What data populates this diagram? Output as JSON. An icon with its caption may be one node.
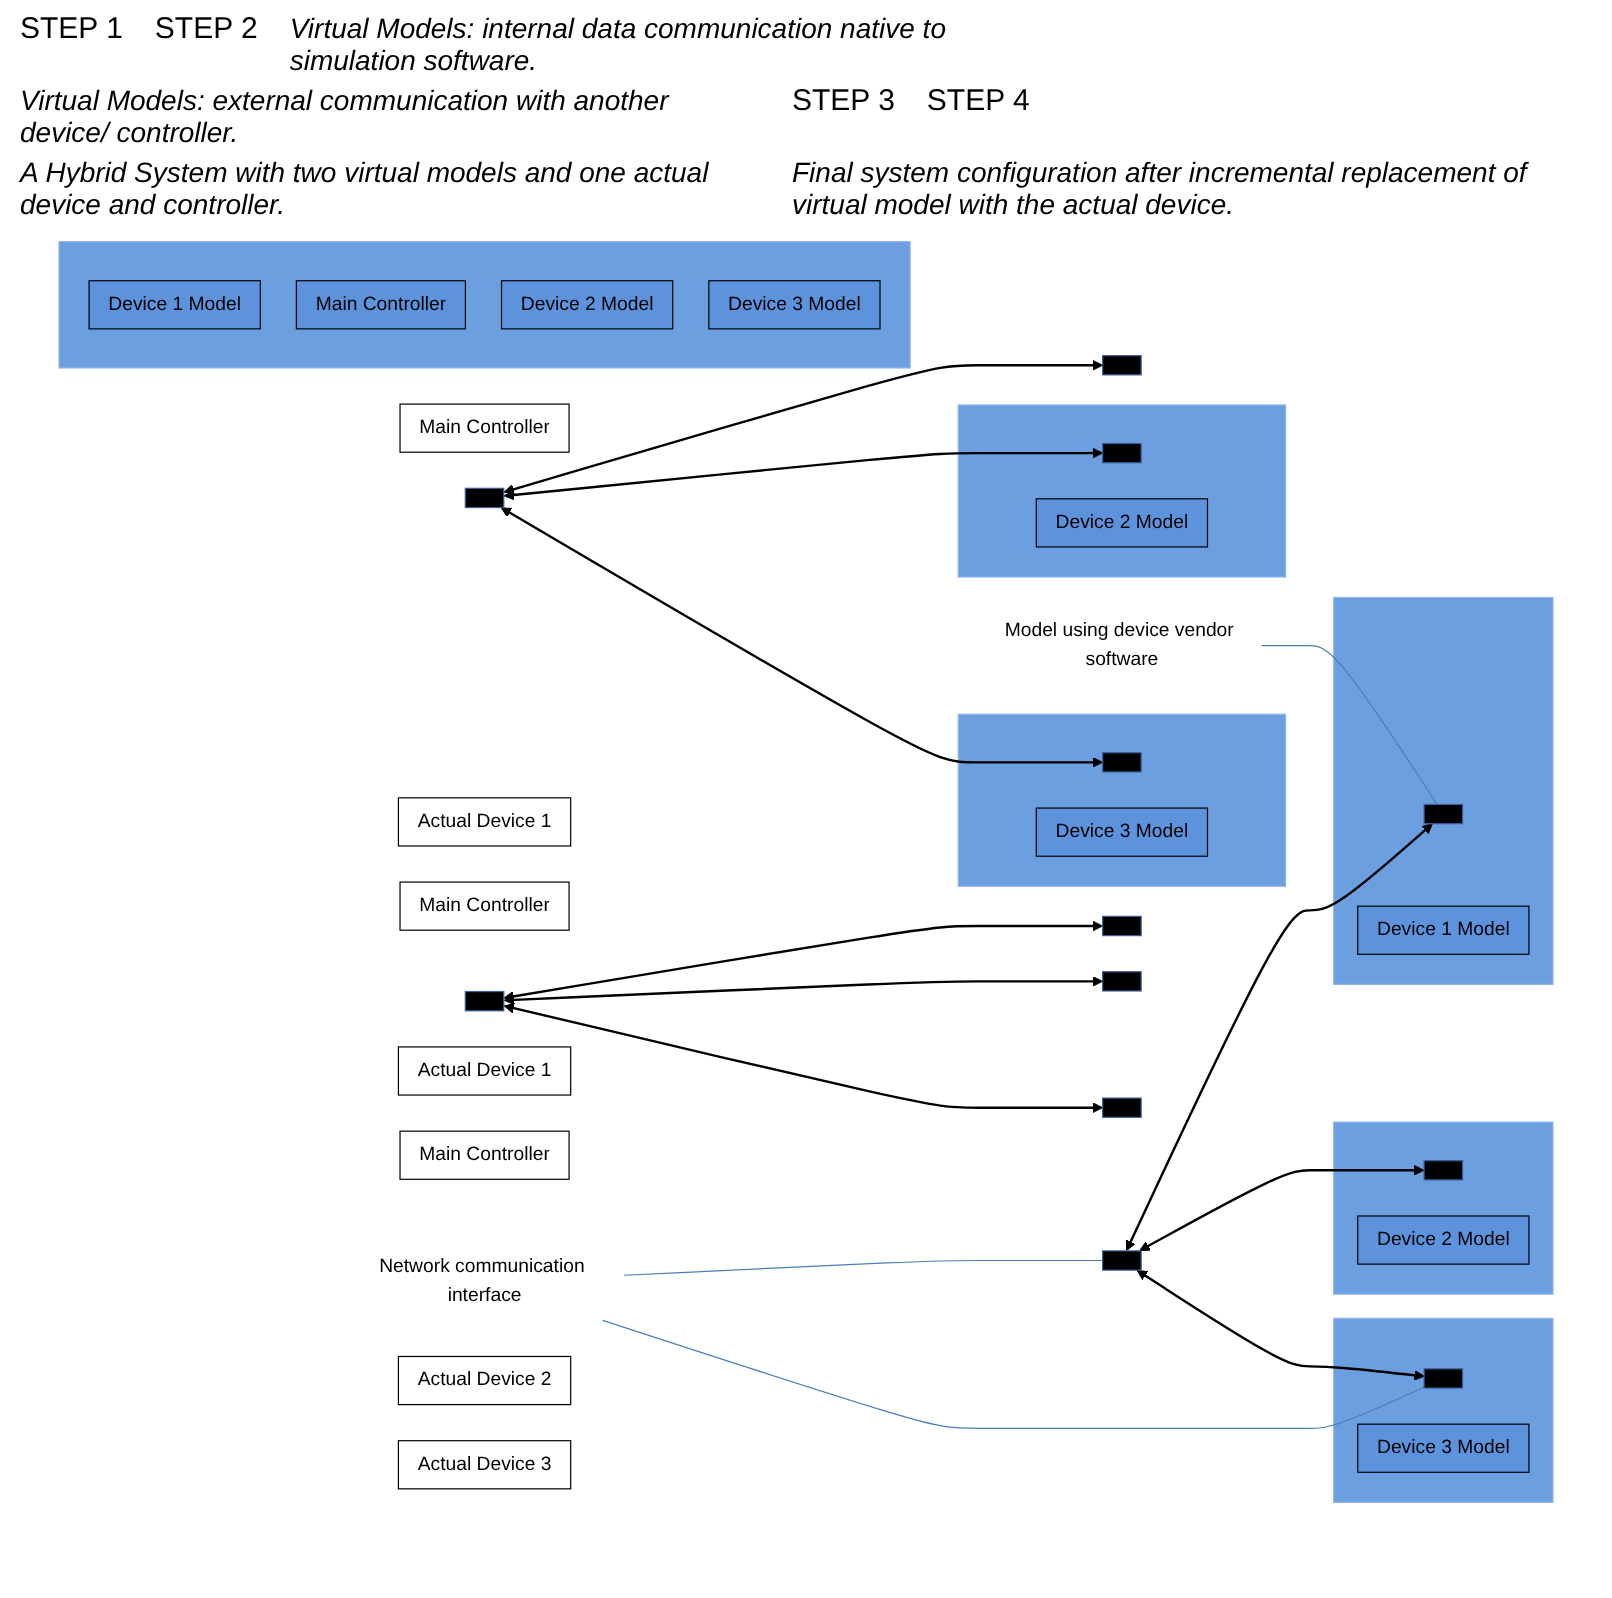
{
  "diagram": {
    "nodes": [
      {
        "text": [],
        "shape": "box"
      },
      {
        "text": [
          "Device 1 Model"
        ],
        "in": 0
      },
      {
        "text": [
          "Main Controller"
        ],
        "in": 0
      },
      {
        "text": [
          "Device 2 Model"
        ],
        "in": 0
      },
      {
        "text": [
          "Device 3 Model"
        ],
        "in": 0
      },
      {
        "text": [
          "Model using device vendor software"
        ]
      },
      {
        "text": [],
        "shape": "box"
      },
      {
        "text": [],
        "shape": "bar",
        "in": 6
      },
      {
        "text": [
          "Device 1 Model"
        ],
        "in": 6
      },
      {
        "text": [
          "Main Controller"
        ]
      },
      {
        "text": [],
        "shape": "bar"
      },
      {
        "text": [],
        "shape": "box"
      },
      {
        "text": [],
        "shape": "bar",
        "in": 11
      },
      {
        "text": [
          "Device 2 Model"
        ],
        "in": 11
      },
      {
        "text": [],
        "shape": "box"
      },
      {
        "text": [],
        "shape": "bar",
        "in": 14
      },
      {
        "text": [
          "Device 3 Model"
        ],
        "in": 14
      },
      {
        "text": [
          "Network communication interface"
        ]
      },
      {
        "text": [
          "Actual Device 1"
        ]
      },
      {
        "text": [],
        "shape": "bar"
      },
      {
        "text": [
          "Main Controller"
        ]
      },
      {
        "text": [],
        "shape": "bar"
      },
      {
        "text": [],
        "shape": "box"
      },
      {
        "text": [],
        "shape": "bar",
        "in": 22
      },
      {
        "text": [
          "Device 2 Model"
        ],
        "in": 22
      },
      {
        "text": [],
        "shape": "box"
      },
      {
        "text": [],
        "shape": "bar",
        "in": 25
      },
      {
        "text": [
          "Device 3 Model"
        ],
        "in": 25
      },
      {
        "text": [
          "Actual Device 1"
        ]
      },
      {
        "text": [],
        "shape": "bar"
      },
      {
        "text": [
          "Main Controller"
        ]
      },
      {
        "text": [],
        "shape": "bar"
      },
      {
        "text": [
          "Actual Device 2"
        ]
      },
      {
        "text": [],
        "shape": "bar"
      },
      {
        "text": [
          "Actual Device 3"
        ]
      },
      {
        "text": [],
        "shape": "bar"
      }
    ],
    "edges": [
      {
        "from": 5,
        "to": 7,
        "arrow": "none",
        "color": "#4a7ebb"
      },
      {
        "from": 10,
        "to": 7,
        "arrow": "both"
      },
      {
        "from": 10,
        "to": 12,
        "arrow": "both"
      },
      {
        "from": 10,
        "to": 15,
        "arrow": "both"
      },
      {
        "from": 17,
        "to": 10,
        "arrow": "none",
        "color": "#4a7ebb"
      },
      {
        "from": 17,
        "to": 15,
        "arrow": "none",
        "color": "#4a7ebb"
      },
      {
        "from": 21,
        "to": 19,
        "arrow": "both"
      },
      {
        "from": 21,
        "to": 23,
        "arrow": "both"
      },
      {
        "from": 21,
        "to": 26,
        "arrow": "both"
      },
      {
        "from": 31,
        "to": 29,
        "arrow": "both"
      },
      {
        "from": 31,
        "to": 33,
        "arrow": "both"
      },
      {
        "from": 31,
        "to": 35,
        "arrow": "both"
      }
    ],
    "labels": [
      "STEP 1",
      "STEP 2",
      "Virtual Models: internal data communication native to simulation software.",
      "Virtual Models: external communication with another device/ controller.",
      "STEP 3",
      "STEP 4",
      "A Hybrid System with two virtual models and one actual device and controller.",
      "Final system configuration after incremental replacement of virtual model with the actual device."
    ]
  }
}
